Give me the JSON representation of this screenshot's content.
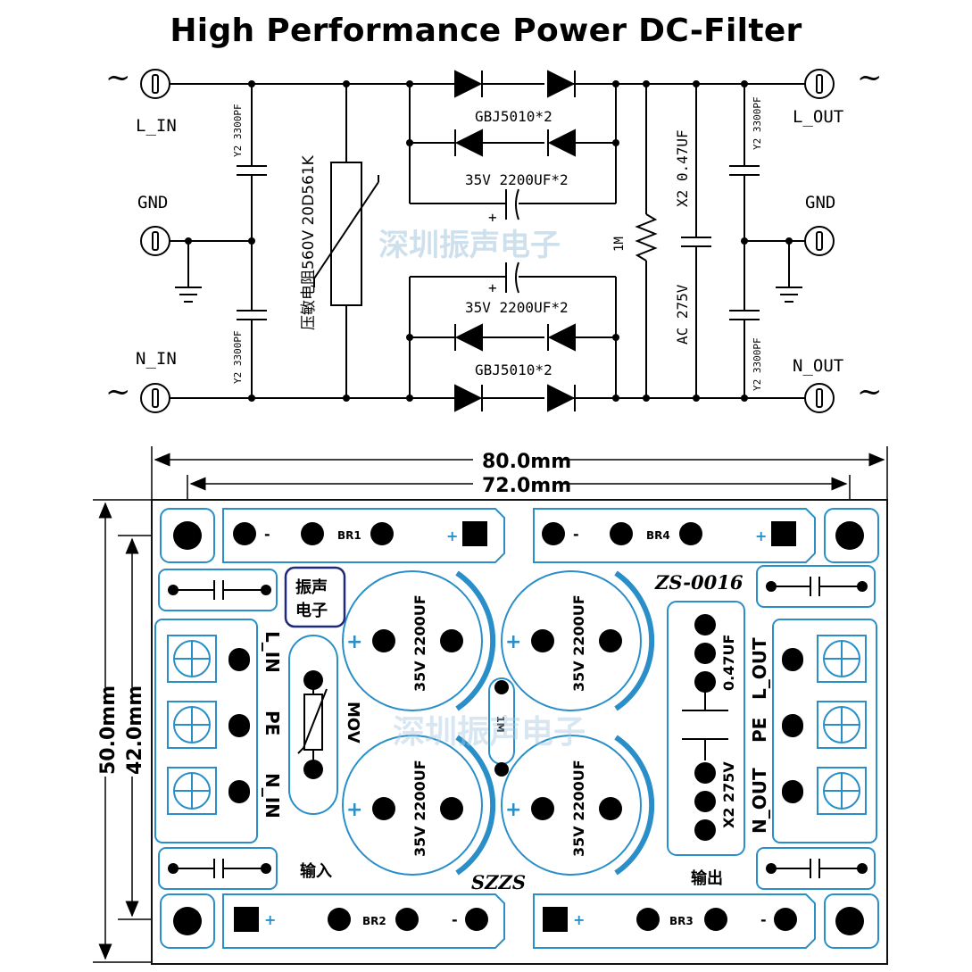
{
  "title": "High Performance Power DC-Filter",
  "schematic": {
    "tilde": "~",
    "l_in": "L_IN",
    "gnd_left": "GND",
    "n_in": "N_IN",
    "l_out": "L_OUT",
    "gnd_right": "GND",
    "n_out": "N_OUT",
    "y2_cap_label": "Y2 3300PF",
    "varistor_label": "压敏电阻560V 20D561K",
    "bridge_top": "GBJ5010*2",
    "bridge_bottom": "GBJ5010*2",
    "cap_top": "35V 2200UF*2",
    "cap_bottom": "35V 2200UF*2",
    "plus": "+",
    "resistor": "1M",
    "x2_top": "X2 0.47UF",
    "x2_bottom": "AC 275V",
    "watermark": "深圳振声电子"
  },
  "pcb": {
    "dim_outer": "80.0mm",
    "dim_inner": "72.0mm",
    "dim_height_outer": "50.0mm",
    "dim_height_inner": "42.0mm",
    "br1": "BR1",
    "br2": "BR2",
    "br3": "BR3",
    "br4": "BR4",
    "minus": "-",
    "plus": "+",
    "logo_line1": "振声",
    "logo_line2": "电子",
    "model": "ZS-0016",
    "brand": "SZZS",
    "cap_label": "35V 2200UF",
    "l_in": "L_IN",
    "pe": "PE",
    "n_in": "N_IN",
    "mov": "MOV",
    "resistor": "1M",
    "x2_cap": "0.47UF",
    "x2_rating": "X2 275V",
    "l_out": "L_OUT",
    "n_out": "N_OUT",
    "input_cn": "输入",
    "output_cn": "输出",
    "watermark": "深圳振声电子"
  }
}
